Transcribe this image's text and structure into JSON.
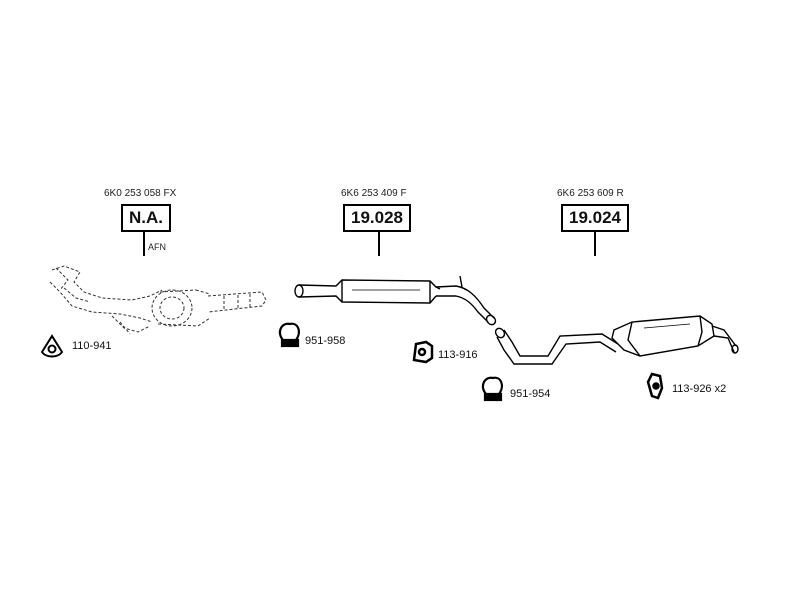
{
  "groups": [
    {
      "ref": "6K0 253 058 FX",
      "code": "N.A.",
      "note": "AFN"
    },
    {
      "ref": "6K6 253 409 F",
      "code": "19.028"
    },
    {
      "ref": "6K6 253 609 R",
      "code": "19.024"
    }
  ],
  "parts": [
    {
      "code": "110-941"
    },
    {
      "code": "951-958"
    },
    {
      "code": "113-916"
    },
    {
      "code": "951-954"
    },
    {
      "code": "113-926 x2"
    }
  ]
}
